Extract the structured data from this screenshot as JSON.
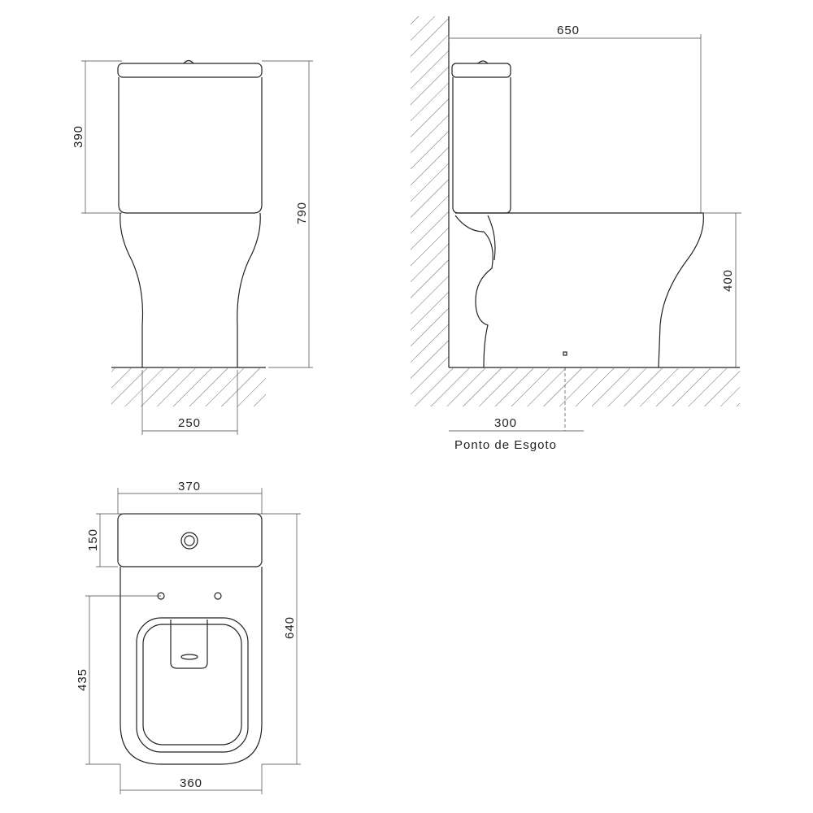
{
  "front_view": {
    "tank_height": "390",
    "total_height": "790",
    "base_width": "250"
  },
  "side_view": {
    "depth": "650",
    "seat_height": "400",
    "drain_distance": "300",
    "drain_label": "Ponto de Esgoto"
  },
  "top_view": {
    "tank_width": "370",
    "tank_depth": "150",
    "total_depth": "640",
    "fixing_to_front": "435",
    "bowl_width": "360"
  },
  "colors": {
    "line": "#222222",
    "background": "#ffffff"
  }
}
